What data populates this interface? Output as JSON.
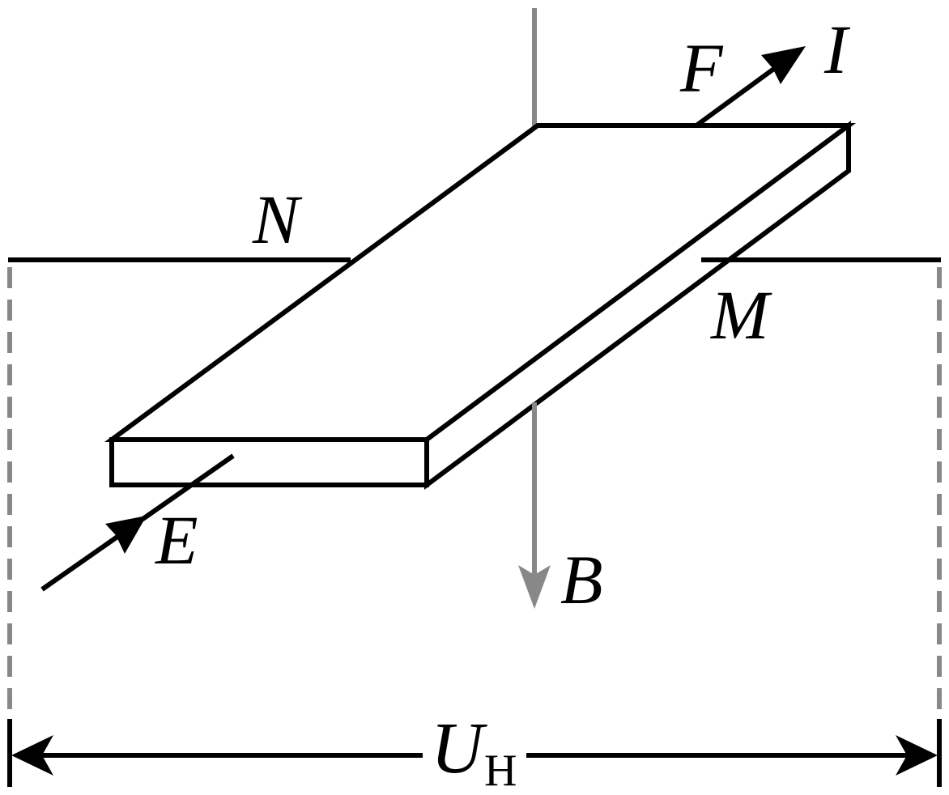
{
  "labels": {
    "F": "F",
    "I": "I",
    "N": "N",
    "M": "M",
    "E": "E",
    "B": "B",
    "U": "U",
    "U_sub": "H"
  },
  "colors": {
    "stroke": "#000000",
    "field": "#888888",
    "dashed": "#888888",
    "background": "#ffffff"
  }
}
